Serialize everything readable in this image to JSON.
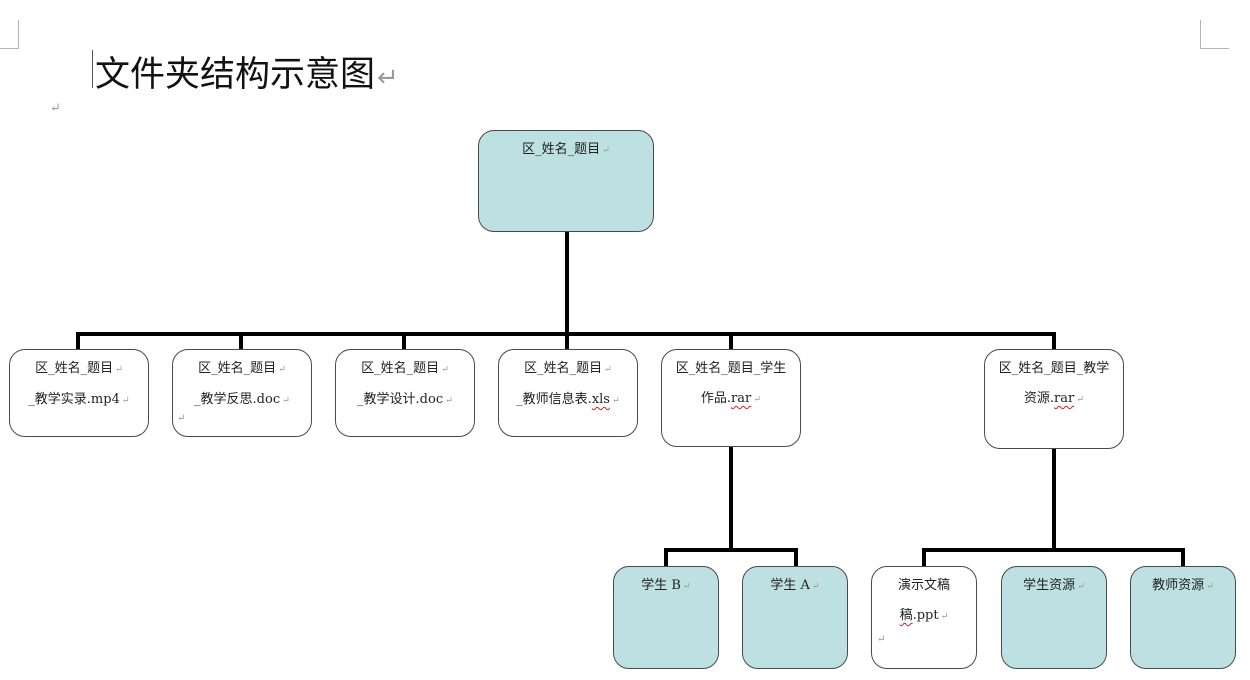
{
  "title": "文件夹结构示意图",
  "return_mark": "↵",
  "root": {
    "line1": "区_姓名_题目"
  },
  "level1": [
    {
      "line1": "区_姓名_题目",
      "line2": "_教学实录.mp4"
    },
    {
      "line1": "区_姓名_题目",
      "line2": "_教学反思.doc"
    },
    {
      "line1": "区_姓名_题目",
      "line2": "_教学设计.doc"
    },
    {
      "line1": "区_姓名_题目",
      "line2_a": "_教师信息表.",
      "line2_b": "xls"
    },
    {
      "line1": "区_姓名_题目_学生",
      "line2_a": "作品.",
      "line2_b": "rar"
    },
    {
      "line1": "区_姓名_题目_教学",
      "line2_a": "资源.",
      "line2_b": "rar"
    }
  ],
  "students": [
    {
      "label": "学生 B"
    },
    {
      "label": "学生 A"
    }
  ],
  "resources": [
    {
      "line1": "演示文稿",
      "line2_a": "稿",
      "line2_b": ".ppt"
    },
    {
      "label": "学生资源"
    },
    {
      "label": "教师资源"
    }
  ],
  "colors": {
    "fill": "#bde0e3",
    "connector": "#000000",
    "border": "#4a4a4a"
  }
}
